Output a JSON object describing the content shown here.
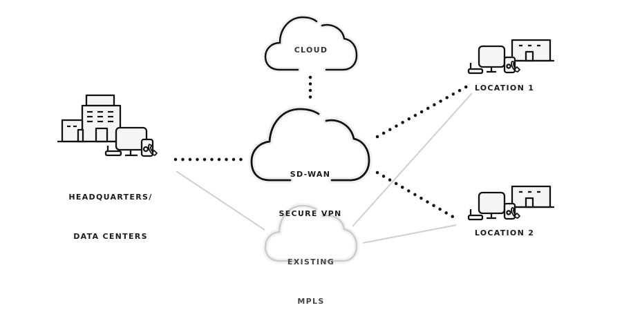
{
  "nodes": {
    "cloud": {
      "label": "CLOUD"
    },
    "sdwan": {
      "line1": "SD-WAN",
      "line2": "SECURE VPN"
    },
    "mpls": {
      "line1": "EXISTING",
      "line2": "MPLS"
    },
    "hq": {
      "line1": "HEADQUARTERS/",
      "line2": "DATA CENTERS"
    },
    "location1": {
      "label": "LOCATION 1"
    },
    "location2": {
      "label": "LOCATION 2"
    }
  },
  "connections": [
    {
      "from": "cloud",
      "to": "sdwan",
      "style": "dotted-black"
    },
    {
      "from": "hq",
      "to": "sdwan",
      "style": "dotted-black"
    },
    {
      "from": "sdwan",
      "to": "location1",
      "style": "dotted-black"
    },
    {
      "from": "sdwan",
      "to": "location2",
      "style": "dotted-black"
    },
    {
      "from": "hq",
      "to": "mpls",
      "style": "solid-grey"
    },
    {
      "from": "mpls",
      "to": "location1",
      "style": "solid-grey"
    },
    {
      "from": "mpls",
      "to": "location2",
      "style": "solid-grey"
    }
  ],
  "colors": {
    "primary": "#111111",
    "muted": "#c8c8c8",
    "halo": "#f0f0f0"
  }
}
